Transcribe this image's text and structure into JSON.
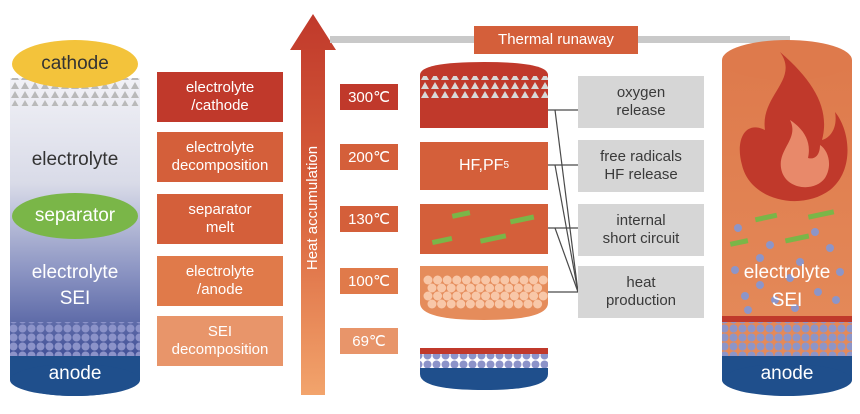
{
  "colors": {
    "cathode": "#f3c33b",
    "separator": "#7ab648",
    "anode": "#1f4f8c",
    "box_dark": "#c0392b",
    "box_mid": "#d45f3a",
    "box_light": "#e58c5b",
    "gray_box": "#d6d6d6",
    "orange_cyl": "#e07a4a"
  },
  "left_cell": {
    "cathode": "cathode",
    "electrolyte": "electrolyte",
    "separator": "separator",
    "electrolyte_sei_1": "electrolyte",
    "electrolyte_sei_2": "SEI",
    "anode": "anode"
  },
  "stages": [
    {
      "label_1": "electrolyte",
      "label_2": "/cathode",
      "temp": "300℃"
    },
    {
      "label_1": "electrolyte",
      "label_2": "decomposition",
      "temp": "200℃"
    },
    {
      "label_1": "separator",
      "label_2": "melt",
      "temp": "130℃"
    },
    {
      "label_1": "electrolyte",
      "label_2": "/anode",
      "temp": "100℃"
    },
    {
      "label_1": "SEI",
      "label_2": "decomposition",
      "temp": "69℃"
    }
  ],
  "arrow_label": "Heat accumulation",
  "thermal_runaway": "Thermal runaway",
  "hf_box": {
    "text": "HF,PF",
    "subscript": "5"
  },
  "outcomes": [
    {
      "line_1": "oxygen",
      "line_2": "release"
    },
    {
      "line_1": "free radicals",
      "line_2": "HF release"
    },
    {
      "line_1": "internal",
      "line_2": "short circuit"
    },
    {
      "line_1": "heat",
      "line_2": "production"
    }
  ],
  "right_cell": {
    "electrolyte": "electrolyte",
    "sei": "SEI",
    "anode": "anode",
    "icon": "flame-icon"
  }
}
